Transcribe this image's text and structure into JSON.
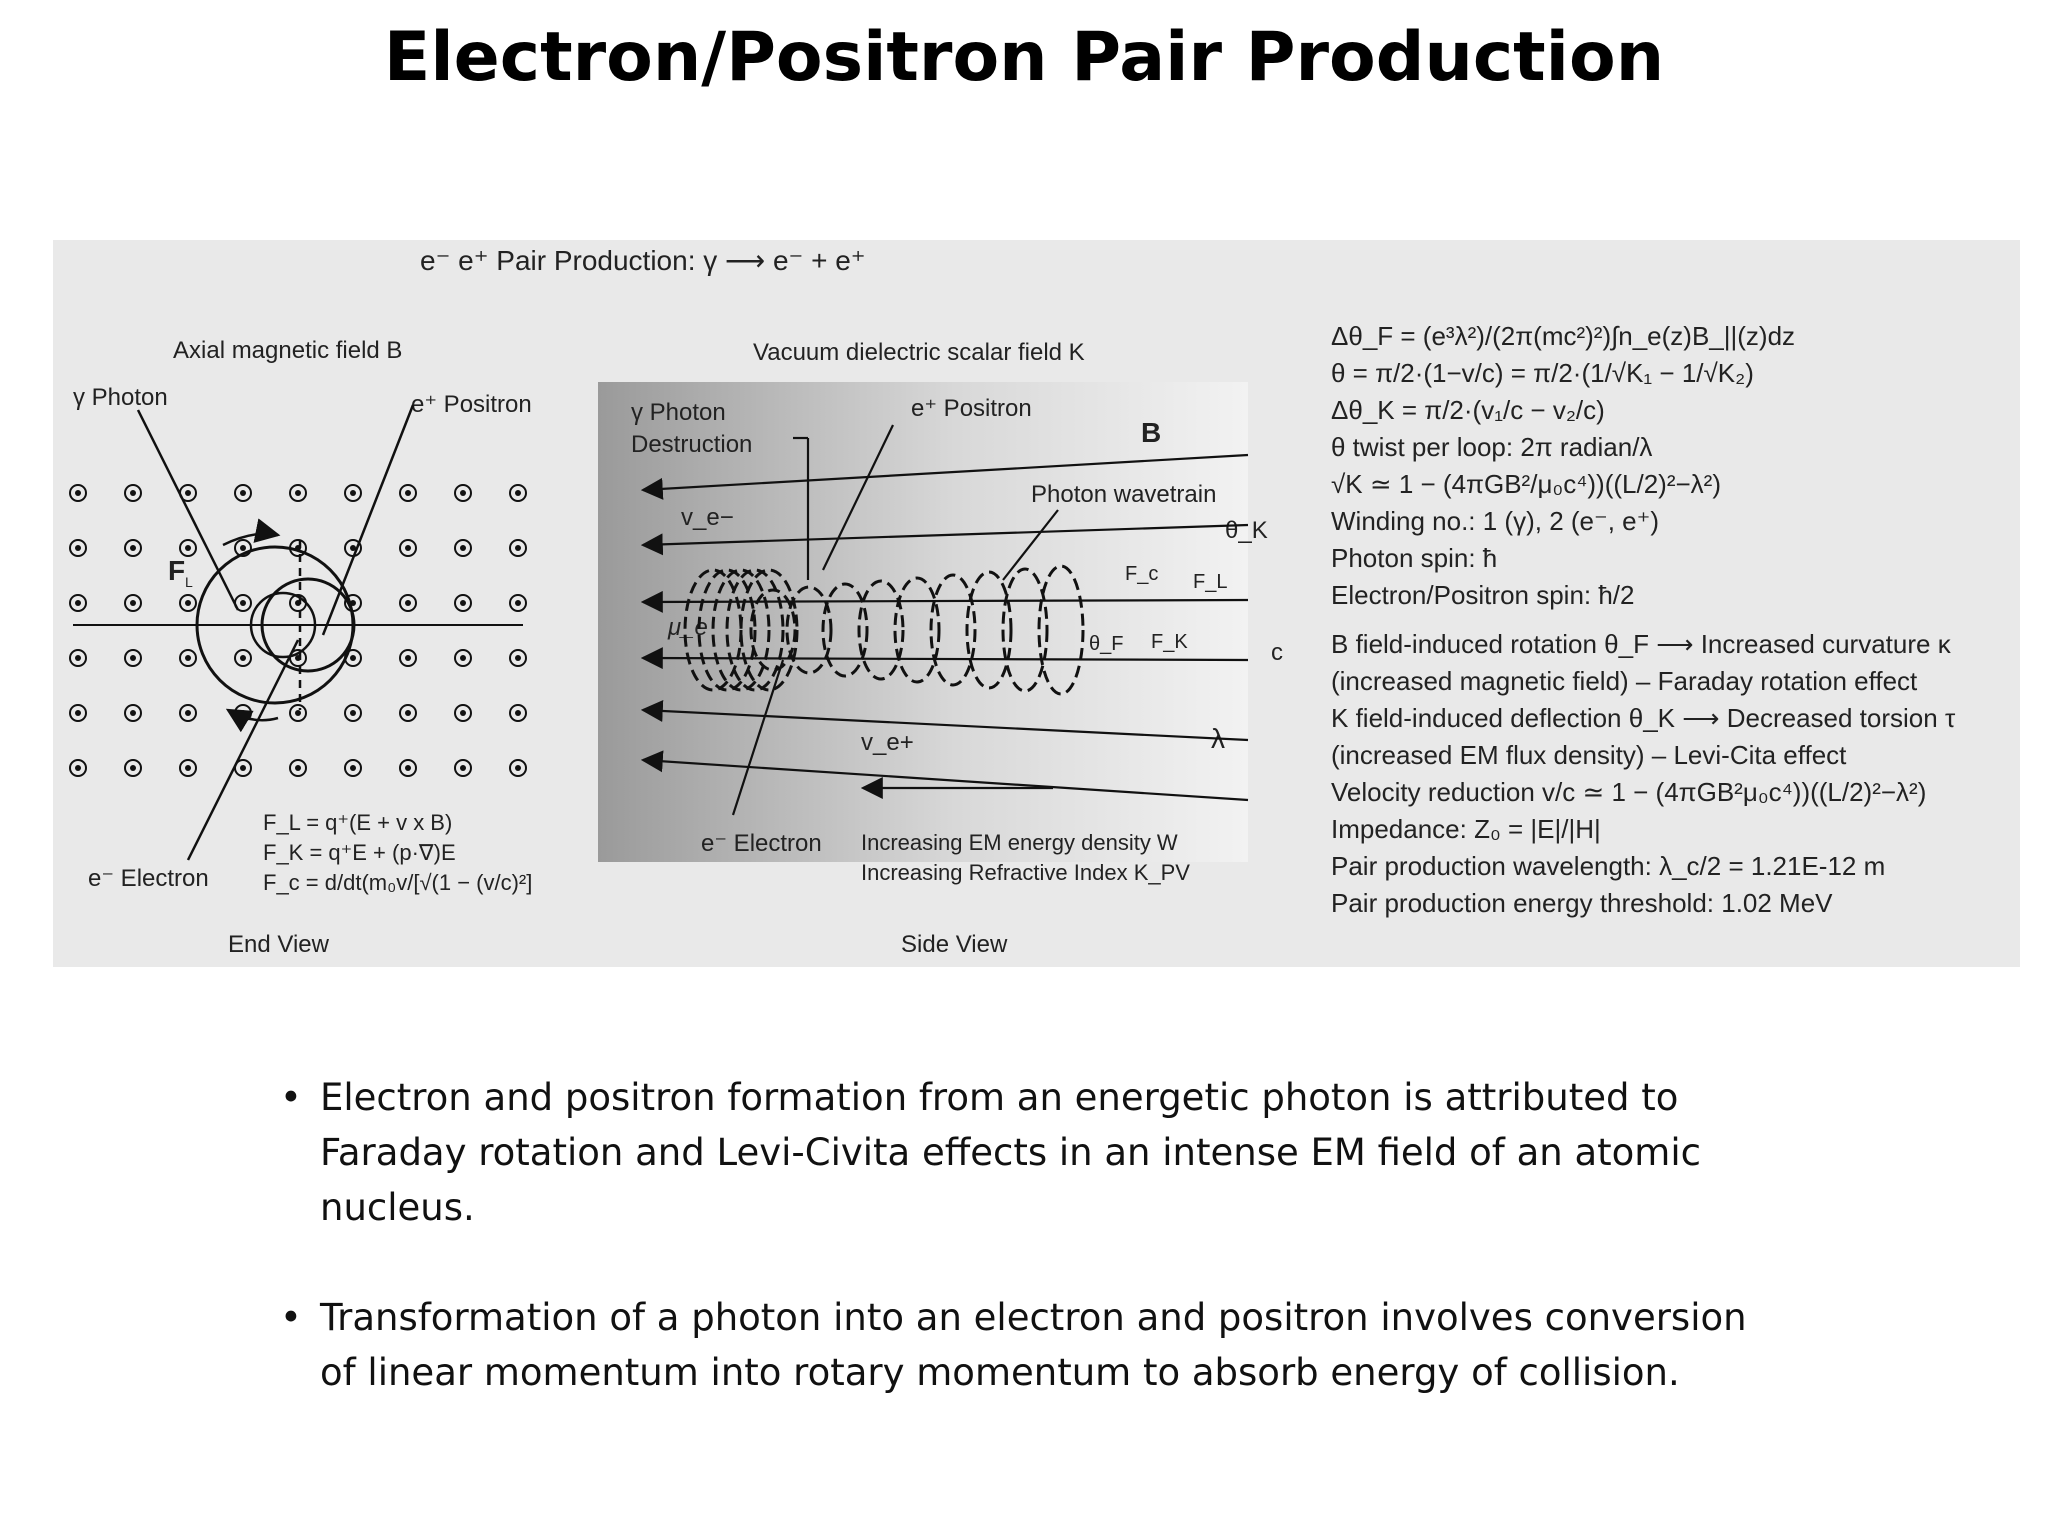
{
  "title": "Electron/Positron Pair Production",
  "figure": {
    "header": "e⁻ e⁺ Pair Production:  γ ⟶  e⁻ + e⁺",
    "end_view": {
      "field_label": "Axial magnetic field B",
      "photon_label": "γ Photon",
      "positron_label": "e⁺ Positron",
      "electron_label": "e⁻ Electron",
      "force_label": "F",
      "force_sub": "L",
      "equations": [
        "F_L = q⁺(E + v x B)",
        "F_K = q⁺E + (p·∇)E",
        "F_c = d/dt(m₀v/[√(1 − (v/c)²]"
      ],
      "caption": "End View"
    },
    "side_view": {
      "field_label": "Vacuum dielectric scalar field K",
      "photon_destruction_1": "γ Photon",
      "photon_destruction_2": "Destruction",
      "positron_label": "e⁺ Positron",
      "b_label": "B",
      "wavetrain_label": "Photon wavetrain",
      "theta_k": "θ_K",
      "ve_minus": "v_e−",
      "mu_e": "μ_e",
      "fc": "F_c",
      "fl": "F_L",
      "fk": "F_K",
      "theta_f": "θ_F",
      "c_label": "c",
      "ve_plus": "v_e+",
      "lambda": "λ",
      "electron_label": "e⁻ Electron",
      "energy_line_1": "Increasing  EM energy density W",
      "energy_line_2": "Increasing  Refractive Index  K_PV",
      "caption": "Side View"
    },
    "equations": [
      "Δθ_F = (e³λ²)/(2π(mc²)²)∫n_e(z)B_||(z)dz",
      "θ = π/2·(1−v/c) = π/2·(1/√K₁ − 1/√K₂)",
      "Δθ_K = π/2·(v₁/c − v₂/c)",
      "θ twist per loop: 2π radian/λ",
      "√K ≃ 1 − (4πGB²/μ₀c⁴))((L/2)²−λ²)",
      "Winding no.:  1 (γ), 2 (e⁻, e⁺)",
      "Photon spin:  ħ",
      "Electron/Positron spin:  ħ/2",
      "B field-induced rotation θ_F ⟶  Increased curvature κ",
      "(increased magnetic field) – Faraday rotation effect",
      "K field-induced deflection θ_K  ⟶  Decreased torsion τ",
      "(increased EM flux density) – Levi-Cita  effect",
      "Velocity reduction v/c ≃ 1 − (4πGB²μ₀c⁴))((L/2)²−λ²)",
      "Impedance:  Z₀ = |E|/|H|",
      "Pair production wavelength:  λ_c/2 = 1.21E-12 m",
      "Pair production energy threshold:  1.02 MeV"
    ]
  },
  "bullets": [
    {
      "marker": "•",
      "lines": [
        "Electron and positron formation from an energetic photon is attributed  to",
        "Faraday rotation and Levi-Civita effects in an intense EM field of an atomic",
        "nucleus."
      ]
    },
    {
      "marker": "•",
      "lines": [
        "Transformation of a photon into an electron and positron involves conversion",
        "of linear momentum into rotary momentum to absorb energy of collision."
      ]
    }
  ]
}
